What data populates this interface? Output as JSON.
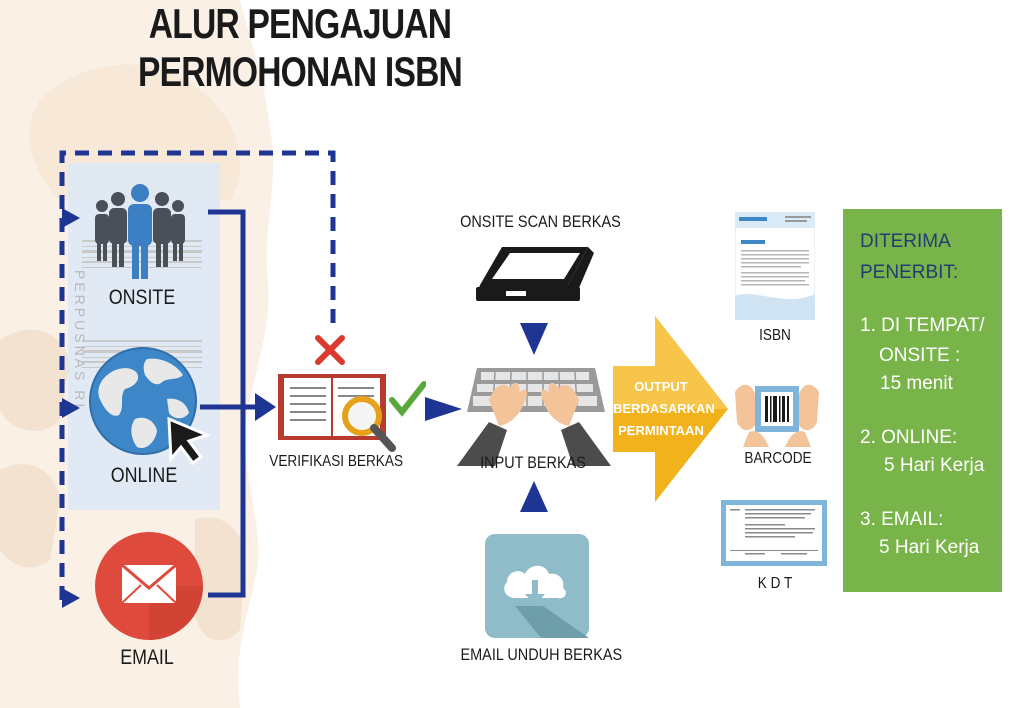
{
  "title": "ALUR PENGAJUAN PERMOHONAN ISBN",
  "watermark": "PERPUSNAS RI",
  "sources": {
    "onsite": "ONSITE",
    "online": "ONLINE",
    "email": "EMAIL"
  },
  "steps": {
    "verifikasi": "VERIFIKASI BERKAS",
    "onsite_scan": "ONSITE SCAN BERKAS",
    "input": "INPUT BERKAS",
    "email_unduh": "EMAIL UNDUH BERKAS"
  },
  "output_arrow": [
    "OUTPUT",
    "BERDASARKAN",
    "PERMINTAAN"
  ],
  "outputs": {
    "isbn": "ISBN",
    "barcode": "BARCODE",
    "kdt": "K D T"
  },
  "panel": {
    "heading_1": "DITERIMA",
    "heading_2": "PENERBIT:",
    "item1_a": "1. DI TEMPAT/",
    "item1_b": "ONSITE :",
    "item1_c": "15 menit",
    "item2_a": "2. ONLINE:",
    "item2_b": "5 Hari Kerja",
    "item3_a": "3. EMAIL:",
    "item3_b": "5 Hari Kerja"
  },
  "colors": {
    "flow_blue": "#1f3593",
    "panel_green": "#79b44a",
    "panel_heading": "#1f3f73",
    "output_arrow": "#f2b21b",
    "reject_red": "#d93a2b",
    "approve_green": "#5aa83c",
    "email_circle": "#de4b3c",
    "globe_blue": "#3d87c9",
    "person_blue": "#3c7fc2",
    "person_grey": "#4a4f58"
  },
  "icons": [
    "people-icon",
    "globe-icon",
    "cursor-icon",
    "envelope-icon",
    "book-icon",
    "magnifier-icon",
    "cross-icon",
    "checkmark-icon",
    "scanner-icon",
    "keyboard-icon",
    "hands-icon",
    "cloud-download-icon",
    "document-icon",
    "barcode-icon",
    "kdt-card-icon"
  ]
}
